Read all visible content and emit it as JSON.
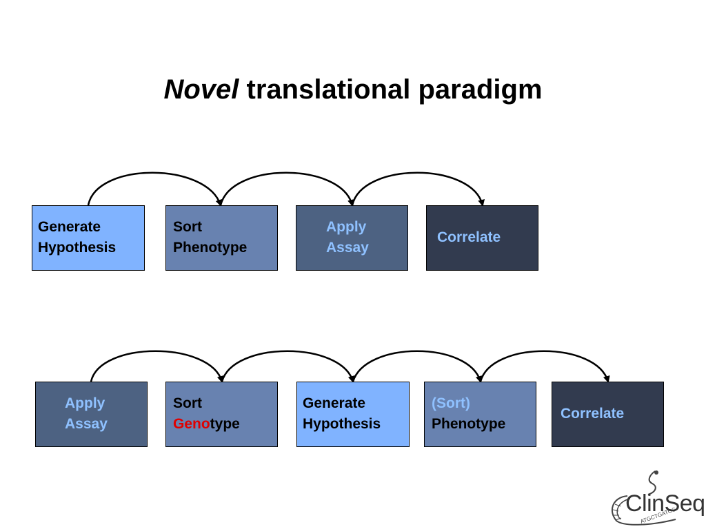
{
  "title": {
    "emphasis": "Novel",
    "rest": "translational paradigm"
  },
  "row1": {
    "box1": {
      "line1": "Generate",
      "line2": "Hypothesis"
    },
    "box2": {
      "line1": "Sort",
      "line2": "Phenotype"
    },
    "box3": {
      "line1": "Apply",
      "line2": "Assay"
    },
    "box4": {
      "line1": "Correlate"
    }
  },
  "row2": {
    "box1": {
      "line1": "Apply",
      "line2": "Assay"
    },
    "box2": {
      "line1": "Sort",
      "line2_red": "Geno",
      "line2_rest": "type"
    },
    "box3": {
      "line1": "Generate",
      "line2": "Hypothesis"
    },
    "box4": {
      "line1": "(Sort)",
      "line2": "Phenotype"
    },
    "box5": {
      "line1": "Correlate"
    }
  },
  "logo": {
    "text": "ClinSeq",
    "dna_text": "ATGCTGATCG"
  },
  "colors": {
    "light_box": "#80b3ff",
    "mid_box": "#6882b0",
    "steel_box": "#4d6282",
    "dark_box": "#323b4f",
    "light_text": "#8fc1ff",
    "highlight_red": "#e00000"
  }
}
